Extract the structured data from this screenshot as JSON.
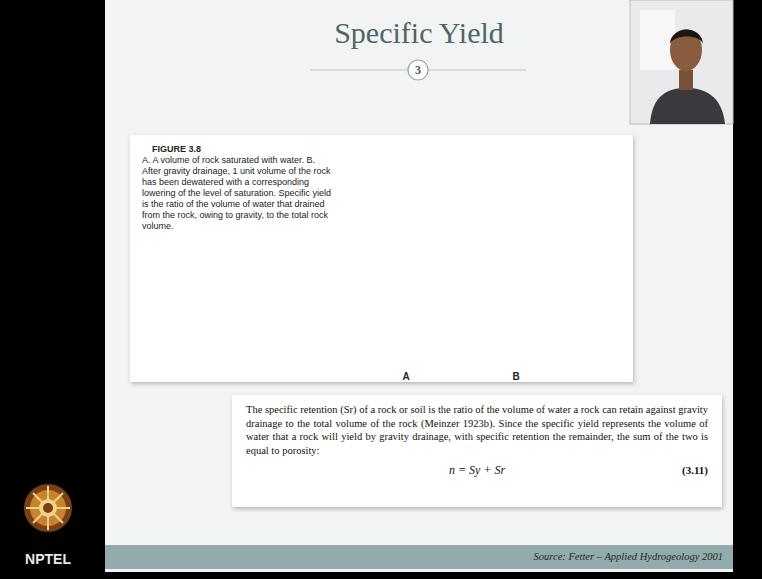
{
  "diagram": {
    "title": "Specific Yield",
    "nodes": [
      {
        "text": [
          "3"
        ]
      },
      {
        "text": [
          "FIGURE 3.8",
          "A. A volume of rock saturated with water. B. After gravity drainage, 1 unit volume of the rock has been dewatered with a corresponding lowering of the level of saturation. Specific yield is the ratio of the volume of water that drained from the rock, owing to gravity, to the total rock volume."
        ]
      },
      {
        "text": [
          "The specific retention (Sr) of a rock or soil is the ratio of the volume of water a rock can retain against gravity drainage to the total volume of the rock (Meinzer 1923b). Since the specific yield represents the volume of water that a rock will yield by gravity drainage, with specific retention the remainder, the sum of the two is equal to porosity:",
          "n = Sy + Sr",
          "(3.11)"
        ]
      },
      {
        "text": [
          "Source: Fetter – Applied Hydrogeology 2001"
        ]
      }
    ],
    "labels": [
      "A",
      "B",
      "NPTEL"
    ]
  }
}
